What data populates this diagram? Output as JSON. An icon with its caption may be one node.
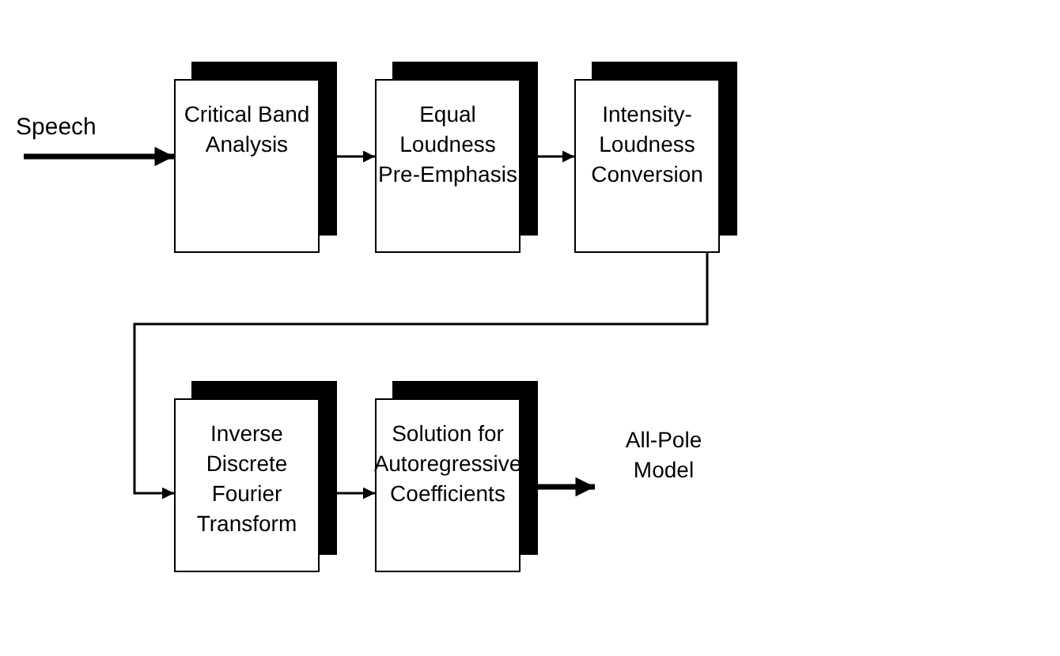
{
  "diagram": {
    "nodes": [
      {
        "text": [
          "Critical Band Analysis"
        ]
      },
      {
        "text": [
          "Equal Loudness Pre-Emphasis"
        ]
      },
      {
        "text": [
          "Intensity-Loudness Conversion"
        ]
      },
      {
        "text": [
          "Inverse Discrete Fourier Transform"
        ]
      },
      {
        "text": [
          "Solution for Autoregressive Coefficients"
        ]
      },
      {
        "text": [
          "All-Pole Model"
        ]
      }
    ],
    "edges": [
      {
        "from": null,
        "to": 0,
        "arrow": "to",
        "label": "Speech",
        "style": "thick"
      },
      {
        "from": 0,
        "to": 1,
        "arrow": "to"
      },
      {
        "from": 1,
        "to": 2,
        "arrow": "to"
      },
      {
        "from": 2,
        "to": 3,
        "arrow": "to"
      },
      {
        "from": 3,
        "to": 4,
        "arrow": "to"
      },
      {
        "from": 4,
        "to": 5,
        "arrow": "to",
        "style": "thick"
      }
    ]
  }
}
